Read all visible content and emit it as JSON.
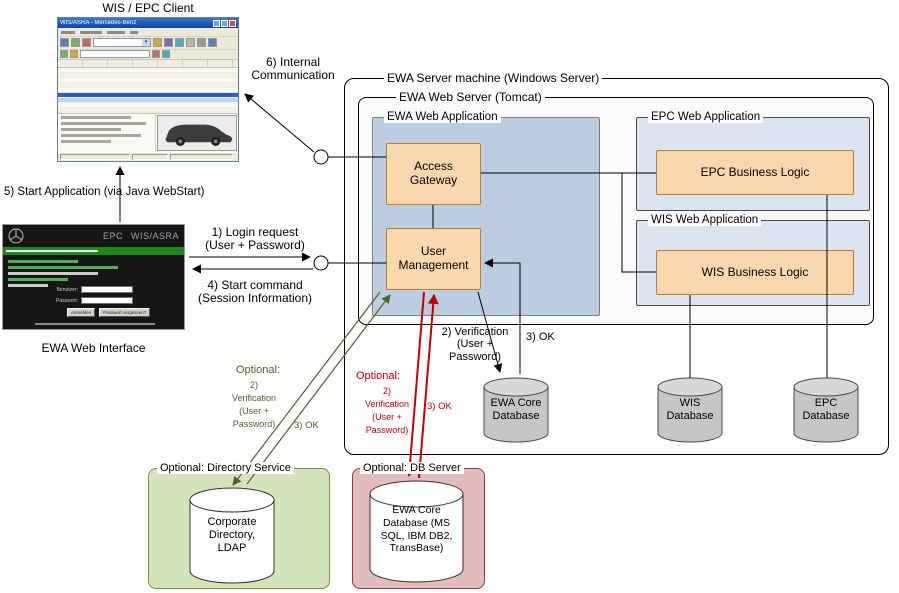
{
  "colors": {
    "accent_orange_fill": "#FBD7AD",
    "accent_orange_border": "#BE7D33",
    "ewa_app_fill": "#BCCDDF",
    "epc_wis_app_fill": "#DCE4F0",
    "optional_ldap_fill": "#D6E4BC",
    "optional_db_fill": "#E2BBBA",
    "red_arrow": "#C00000",
    "olive_arrow": "#4F6228",
    "database_fill": "#C6C6C6"
  },
  "client": {
    "label": "WIS / EPC Client",
    "window_title": "WIS/ASRA - Mercedes-Benz"
  },
  "login": {
    "label": "EWA Web Interface",
    "brand_epc": "EPC",
    "brand_wis": "WIS/ASRA",
    "username_label": "Benutzer:",
    "password_label": "Passwort:",
    "login_button": "Anmelden",
    "forgot_button": "Passwort vergessen?"
  },
  "flows": {
    "internal": "6) Internal\nCommunication",
    "start_app": "5) Start Application (via Java WebStart)",
    "login_request": "1) Login request\n(User + Password)",
    "start_command": "4) Start command\n(Session Information)",
    "verification": "2) Verification\n(User +\nPassword)",
    "ok": "3) OK"
  },
  "server": {
    "machine_label": "EWA Server machine (Windows Server)",
    "tomcat_label": "EWA Web Server (Tomcat)",
    "ewa_app_label": "EWA Web Application",
    "access_gateway": "Access\nGateway",
    "user_management": "User\nManagement",
    "epc_app_label": "EPC Web Application",
    "epc_logic": "EPC Business Logic",
    "wis_app_label": "WIS Web Application",
    "wis_logic": "WIS Business Logic",
    "ewa_core_db": "EWA Core\nDatabase",
    "wis_db": "WIS\nDatabase",
    "epc_db": "EPC\nDatabase"
  },
  "optional_ldap": {
    "title": "Optional: Directory Service",
    "optional": "Optional:",
    "verification": "2)\nVerification\n(User +\nPassword)",
    "ok": "3) OK",
    "cylinder": "Corporate\nDirectory,\nLDAP"
  },
  "optional_db": {
    "title": "Optional: DB Server",
    "optional": "Optional:",
    "verification": "2)\nVerification\n(User +\nPassword)",
    "ok": "3) OK",
    "cylinder": "EWA Core\nDatabase (MS\nSQL, IBM DB2,\nTransBase)"
  }
}
